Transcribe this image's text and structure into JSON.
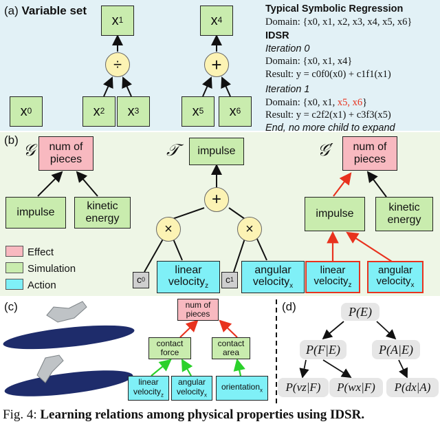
{
  "panel_a": {
    "label": "(a)",
    "title": "Variable set",
    "variables": [
      "x0",
      "x1",
      "x2",
      "x3",
      "x4",
      "x5",
      "x6"
    ],
    "ops": {
      "divide": "÷",
      "plus": "+"
    },
    "typical": {
      "heading": "Typical Symbolic Regression",
      "domain": "Domain: {x0, x1, x2, x3, x4, x5, x6}"
    },
    "idsr": {
      "heading": "IDSR",
      "iter0_title": "Iteration 0",
      "iter0_domain": "Domain: {x0, x1, x4}",
      "iter0_result": "Result: y = c0f0(x0) + c1f1(x1)",
      "iter1_title": "Iteration 1",
      "iter1_domain_prefix": "Domain: {x0, x1, ",
      "iter1_domain_red": "x5, x6",
      "iter1_domain_suffix": "}",
      "iter1_result": "Result: y = c2f2(x1) + c3f3(x5)",
      "end": "End, no more child to expand"
    }
  },
  "panel_b": {
    "label": "(b)",
    "G": "𝒢",
    "T": "𝒯",
    "Gp": "𝒢′",
    "num_pieces": "num of pieces",
    "impulse": "impulse",
    "kinetic": "kinetic energy",
    "linear_z": "linear velocity",
    "linear_sub": "z",
    "angular_x": "angular velocity",
    "angular_sub": "x",
    "plus": "+",
    "times": "×",
    "c0": "c",
    "c0_sub": "0",
    "c1": "c",
    "c1_sub": "1",
    "legend": [
      {
        "label": "Effect",
        "color": "#f8b9c0"
      },
      {
        "label": "Simulation",
        "color": "#c9ecae"
      },
      {
        "label": "Action",
        "color": "#7ff0f7"
      }
    ]
  },
  "panel_c": {
    "label": "(c)",
    "num_pieces": "num of pieces",
    "contact_force": "contact force",
    "contact_area": "contact area",
    "linear": "linear velocity",
    "linear_sub": "z",
    "angular": "angular velocity",
    "angular_sub": "x",
    "orientation": "orientation",
    "orientation_sub": "x"
  },
  "panel_d": {
    "label": "(d)",
    "nodes": [
      "P(E)",
      "P(F|E)",
      "P(A|E)",
      "P(vz|F)",
      "P(wx|F)",
      "P(dx|A)"
    ]
  },
  "caption": {
    "prefix": "Fig. 4: ",
    "bold": "Learning relations among physical properties using IDSR."
  },
  "colors": {
    "effect": "#f8b9c0",
    "simulation": "#c9ecae",
    "action": "#7ff0f7",
    "red_arrow": "#e8321e",
    "green_arrow": "#2bd12b"
  }
}
